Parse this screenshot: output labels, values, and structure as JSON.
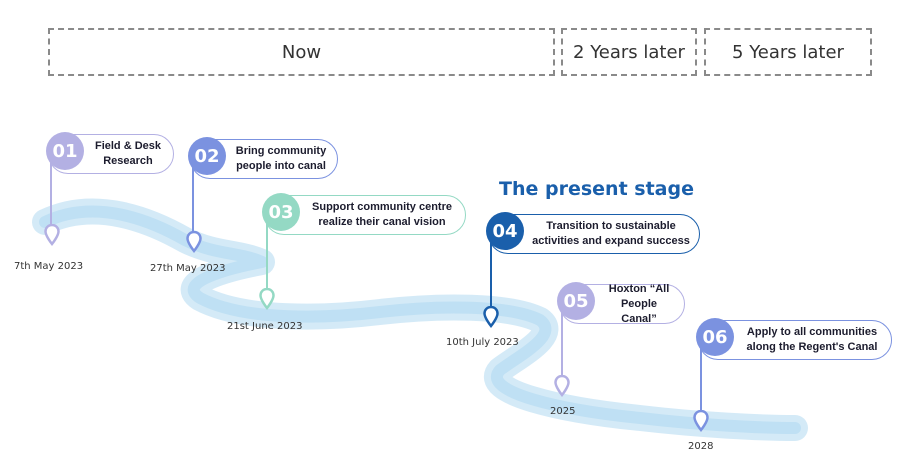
{
  "phases": {
    "now": "Now",
    "two_years": "2 Years later",
    "five_years": "5 Years later"
  },
  "present_stage": "The present stage",
  "steps": [
    {
      "number": "01",
      "title": "Field & Desk\nResearch",
      "date": "7th May 2023",
      "color": "#b3b0e3"
    },
    {
      "number": "02",
      "title": "Bring community\npeople into canal",
      "date": "27th May 2023",
      "color": "#7b92e0"
    },
    {
      "number": "03",
      "title": "Support community centre\nrealize their canal vision",
      "date": "21st June 2023",
      "color": "#94d9c4"
    },
    {
      "number": "04",
      "title": "Transition to sustainable\nactivities and expand success",
      "date": "10th  July 2023",
      "color": "#1a5fab"
    },
    {
      "number": "05",
      "title": "Hoxton “All\nPeople Canal”",
      "date": "2025",
      "color": "#b3b0e3"
    },
    {
      "number": "06",
      "title": "Apply to all communities\nalong the Regent's Canal",
      "date": "2028",
      "color": "#7b92e0"
    }
  ],
  "colors": {
    "river": "#cfe8f6",
    "present_text": "#1a5fab",
    "phase_border": "#8a8a8a"
  }
}
